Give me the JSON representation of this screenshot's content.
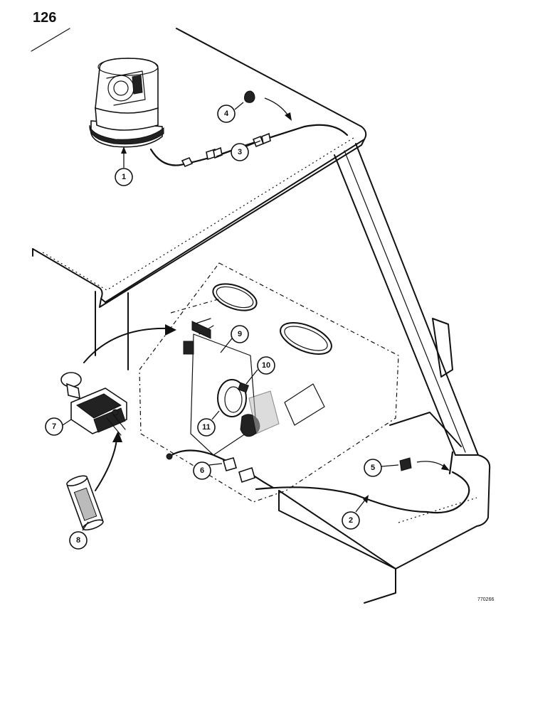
{
  "page": {
    "number": "126",
    "figure_code": "770266"
  },
  "callouts": [
    {
      "id": "1",
      "label": "1"
    },
    {
      "id": "2",
      "label": "2"
    },
    {
      "id": "3",
      "label": "3"
    },
    {
      "id": "4",
      "label": "4"
    },
    {
      "id": "5",
      "label": "5"
    },
    {
      "id": "6",
      "label": "6"
    },
    {
      "id": "7",
      "label": "7"
    },
    {
      "id": "8",
      "label": "8"
    },
    {
      "id": "9",
      "label": "9"
    },
    {
      "id": "10",
      "label": "10"
    },
    {
      "id": "11",
      "label": "11"
    }
  ],
  "colors": {
    "ink": "#111111",
    "paper": "#ffffff"
  }
}
